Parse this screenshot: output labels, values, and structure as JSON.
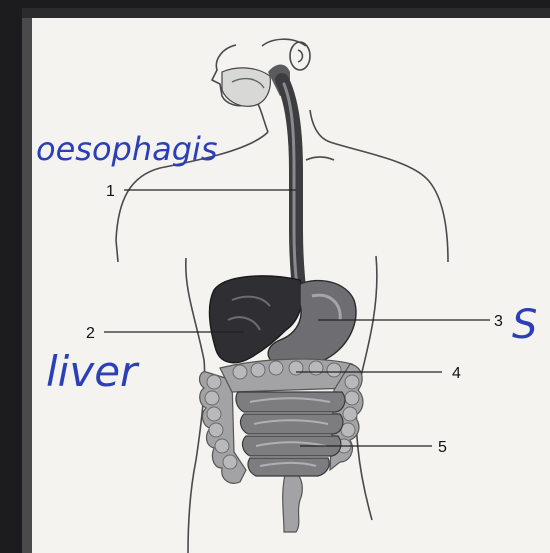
{
  "labels": [
    "1",
    "2",
    "3",
    "4",
    "5"
  ],
  "handwritten": {
    "oesophagus": "oesophagis",
    "liver": "liver",
    "stomach_initial": "S"
  },
  "colors": {
    "paper": "#f4f3ef",
    "frame": "#1c1c1e",
    "ink_handwriting": "#2a3fb8",
    "organ_dark": "#2f2f33",
    "organ_mid": "#6e6e72",
    "intestine": "#9a9a9c"
  }
}
